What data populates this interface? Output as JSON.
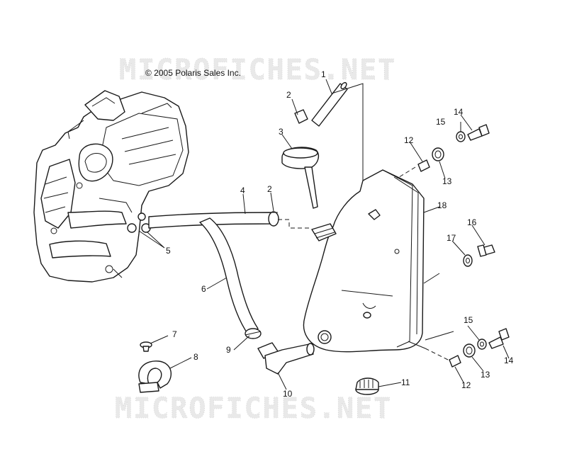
{
  "copyright": "© 2005 Polaris Sales Inc.",
  "watermark": "MICROFICHES.NET",
  "callouts": [
    {
      "id": "c1",
      "label": "1"
    },
    {
      "id": "c2a",
      "label": "2"
    },
    {
      "id": "c2b",
      "label": "2"
    },
    {
      "id": "c3",
      "label": "3"
    },
    {
      "id": "c4",
      "label": "4"
    },
    {
      "id": "c5",
      "label": "5"
    },
    {
      "id": "c6",
      "label": "6"
    },
    {
      "id": "c7",
      "label": "7"
    },
    {
      "id": "c8",
      "label": "8"
    },
    {
      "id": "c9",
      "label": "9"
    },
    {
      "id": "c10",
      "label": "10"
    },
    {
      "id": "c11",
      "label": "11"
    },
    {
      "id": "c12a",
      "label": "12"
    },
    {
      "id": "c12b",
      "label": "12"
    },
    {
      "id": "c13a",
      "label": "13"
    },
    {
      "id": "c13b",
      "label": "13"
    },
    {
      "id": "c14a",
      "label": "14"
    },
    {
      "id": "c14b",
      "label": "14"
    },
    {
      "id": "c15a",
      "label": "15"
    },
    {
      "id": "c15b",
      "label": "15"
    },
    {
      "id": "c16",
      "label": "16"
    },
    {
      "id": "c17",
      "label": "17"
    },
    {
      "id": "c18",
      "label": "18"
    }
  ]
}
